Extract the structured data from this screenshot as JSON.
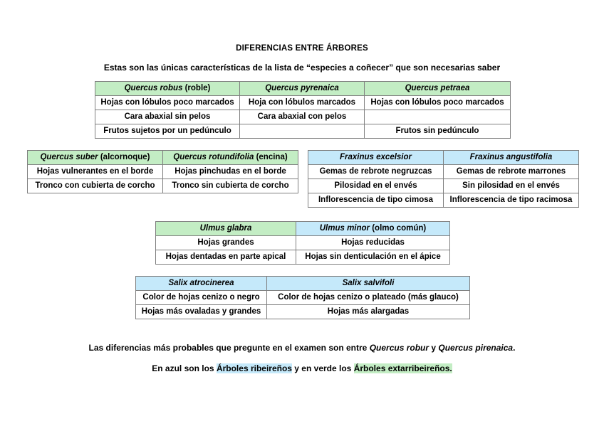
{
  "document": {
    "title": "DIFERENCIAS ENTRE ÁRBORES",
    "subtitle": "Estas son las únicas características de la lista de “especies a coñecer” que son necesarias saber"
  },
  "colors": {
    "green_highlight": "#c3edc4",
    "blue_highlight": "#c5e9fa",
    "border": "#7f7f7f",
    "text": "#000000"
  },
  "tables": [
    {
      "id": "quercus-robur",
      "header_color": "green",
      "columns": 3,
      "headers": [
        {
          "species": "Quercus robus",
          "common": " (roble)",
          "color": "green"
        },
        {
          "species": "Quercus pyrenaica",
          "common": "",
          "color": "green"
        },
        {
          "species": "Quercus petraea",
          "common": "",
          "color": "green"
        }
      ],
      "rows": [
        [
          "Hojas con lóbulos poco marcados",
          "Hoja con lóbulos marcados",
          "Hojas con lóbulos poco marcados"
        ],
        [
          "Cara abaxial sin pelos",
          "Cara abaxial con pelos",
          ""
        ],
        [
          "Frutos sujetos por un pedúnculo",
          "",
          "Frutos sin pedúnculo"
        ]
      ]
    },
    {
      "id": "quercus-suber",
      "header_color": "green",
      "columns": 2,
      "headers": [
        {
          "species": "Quercus suber",
          "common": " (alcornoque)",
          "color": "green"
        },
        {
          "species": "Quercus rotundifolia",
          "common": " (encina)",
          "color": "green"
        }
      ],
      "rows": [
        [
          "Hojas vulnerantes en el borde",
          "Hojas pinchudas en el borde"
        ],
        [
          "Tronco con cubierta de corcho",
          "Tronco sin cubierta de corcho"
        ]
      ]
    },
    {
      "id": "fraxinus",
      "header_color": "blue",
      "columns": 2,
      "headers": [
        {
          "species": "Fraxinus excelsior",
          "common": "",
          "color": "blue"
        },
        {
          "species": "Fraxinus angustifolia",
          "common": "",
          "color": "blue"
        }
      ],
      "rows": [
        [
          "Gemas de rebrote negruzcas",
          "Gemas de rebrote marrones"
        ],
        [
          "Pilosidad en el envés",
          "Sin pilosidad en el envés"
        ],
        [
          "Inflorescencia de tipo cimosa",
          "Inflorescencia de tipo racimosa"
        ]
      ]
    },
    {
      "id": "ulmus",
      "header_color": "mixed",
      "columns": 2,
      "headers": [
        {
          "species": "Ulmus glabra",
          "common": "",
          "color": "green"
        },
        {
          "species": "Ulmus minor",
          "common": " (olmo común)",
          "color": "blue"
        }
      ],
      "rows": [
        [
          "Hojas grandes",
          "Hojas reducidas"
        ],
        [
          "Hojas dentadas en parte apical",
          "Hojas sin denticulación en el ápice"
        ]
      ]
    },
    {
      "id": "salix",
      "header_color": "blue",
      "columns": 2,
      "headers": [
        {
          "species": "Salix atrocinerea",
          "common": "",
          "color": "blue"
        },
        {
          "species": "Salix salvifoli",
          "common": "",
          "color": "blue"
        }
      ],
      "rows": [
        [
          "Color de hojas cenizo o negro",
          "Color de hojas cenizo o plateado (más glauco)"
        ],
        [
          "Hojas más ovaladas y grandes",
          "Hojas más alargadas"
        ]
      ]
    }
  ],
  "footer": {
    "line1": {
      "part1": "Las diferencias más probables que pregunte en el examen son entre ",
      "species1": "Quercus robur",
      "conj": " y ",
      "species2": "Quercus pirenaica",
      "end": "."
    },
    "line2": {
      "part1": "En azul son los ",
      "blue_term": "Árboles ribeireños",
      "part2": " y en verde los ",
      "green_term": "Árboles extarribeireños."
    }
  }
}
